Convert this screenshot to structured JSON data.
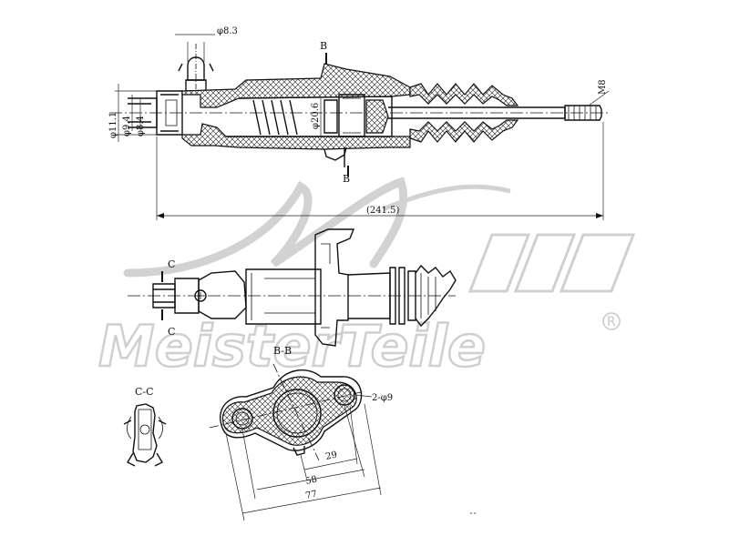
{
  "labels": {
    "phi_8_3": "φ8.3",
    "section_b_top": "B",
    "section_b_bottom": "B",
    "m8": "M8",
    "phi_11_1": "φ11.1",
    "phi_9_4": "φ9.4",
    "phi_8_4": "φ8.4",
    "phi_20_6": "φ20.6",
    "length_241_5": "(241.5)",
    "section_c_top": "C",
    "section_c_bottom": "C",
    "section_bb_title": "B-B",
    "section_cc_title": "C-C",
    "holes": "2-φ9",
    "dim_29": "29",
    "dim_58": "58",
    "dim_77": "77"
  },
  "watermark": {
    "brand": "MeisterTeile",
    "registered": "R"
  },
  "colors": {
    "line": "#111111",
    "watermark": "#cfcfcf",
    "background": "#ffffff"
  }
}
